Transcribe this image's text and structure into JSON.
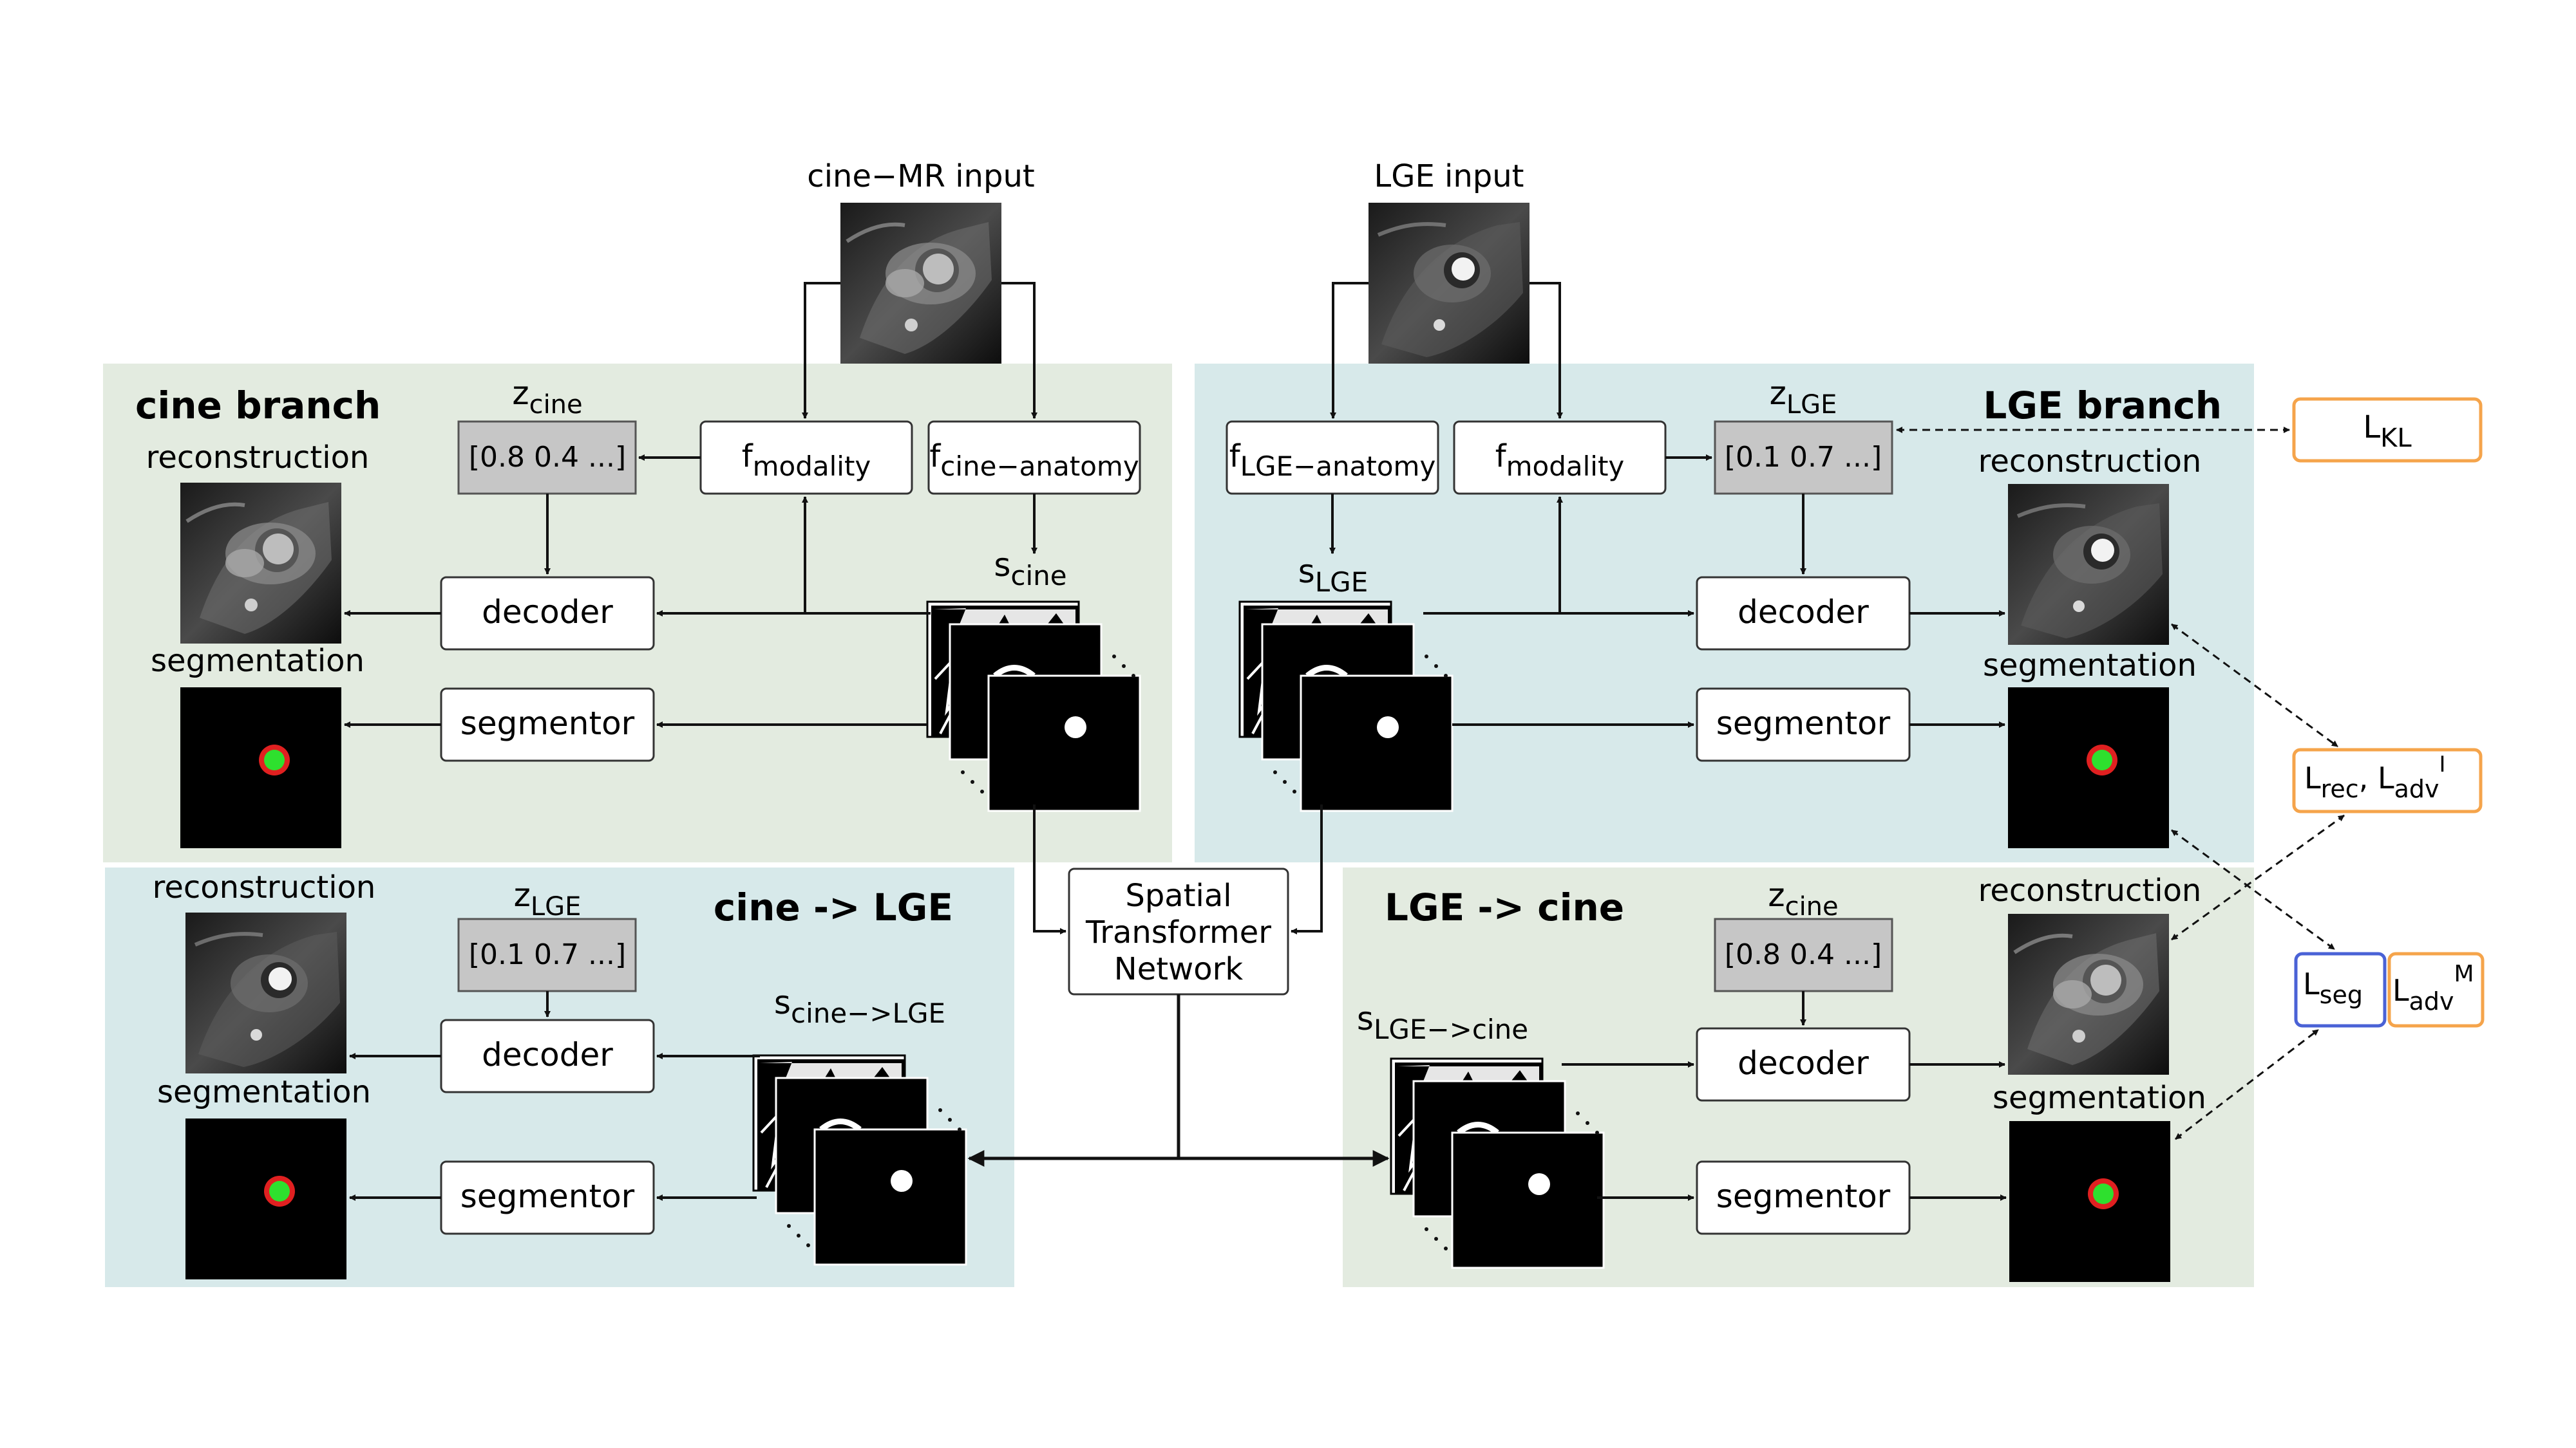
{
  "inputs": {
    "cine": "cine−MR input",
    "lge": "LGE input"
  },
  "panels": {
    "cine_branch": "cine branch",
    "lge_branch": "LGE branch",
    "cine_to_lge": "cine -> LGE",
    "lge_to_cine": "LGE -> cine"
  },
  "labels": {
    "reconstruction": "reconstruction",
    "segmentation": "segmentation"
  },
  "modules": {
    "decoder": "decoder",
    "segmentor": "segmentor",
    "f": "f",
    "modality_sub": "modality",
    "cine_anatomy_sub": "cine−anatomy",
    "lge_anatomy_sub": "LGE−anatomy",
    "stn": [
      "Spatial",
      "Transformer",
      "Network"
    ]
  },
  "latents": {
    "z": "z",
    "cine_sub": "cine",
    "lge_sub": "LGE",
    "cine_value": "[0.8 0.4 ...]",
    "lge_value": "[0.1 0.7 ...]"
  },
  "anatomy": {
    "s": "s",
    "cine_sub": "cine",
    "lge_sub": "LGE",
    "cine_to_lge_sub": "cine−>LGE",
    "lge_to_cine_sub": "LGE−>cine"
  },
  "losses": {
    "kl": {
      "main": "L",
      "sub": "KL"
    },
    "rec_adv": {
      "l1": "L",
      "s1": "rec",
      "mid": ", L",
      "s2": "adv",
      "sup": "I"
    },
    "seg": {
      "main": "L",
      "sub": "seg"
    },
    "adv_m": {
      "main": "L",
      "sub": "adv",
      "sup": "M"
    }
  },
  "colors": {
    "panel_green": "#e3ebe0",
    "panel_blue": "#d7e9ea",
    "latent_gray": "#c6c6c6",
    "loss_orange": "#f5a44b",
    "loss_blue": "#4a62d6",
    "seg_red": "#e02020",
    "seg_green": "#2ee02e"
  }
}
